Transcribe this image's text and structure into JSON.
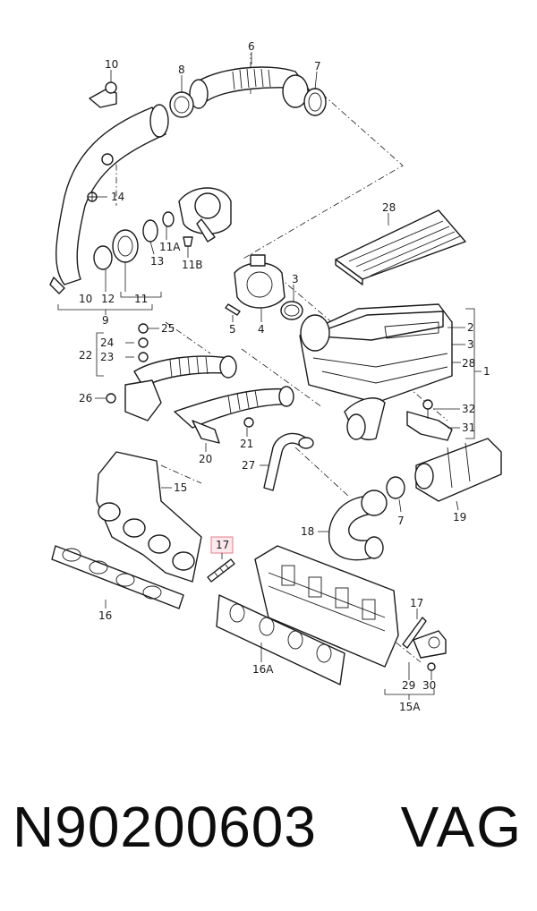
{
  "labels": {
    "p6": "6",
    "p10a": "10",
    "p8": "8",
    "p7a": "7",
    "p14": "14",
    "p11A": "11A",
    "p13": "13",
    "p11B": "11B",
    "p10b": "10",
    "p12": "12",
    "p11": "11",
    "p9": "9",
    "p28a": "28",
    "p3a": "3",
    "p5": "5",
    "p4": "4",
    "p2": "2",
    "p3b": "3",
    "p28b": "28",
    "p1": "1",
    "p25": "25",
    "p24": "24",
    "p23": "23",
    "p22": "22",
    "p26": "26",
    "p20": "20",
    "p21": "21",
    "p32": "32",
    "p31": "31",
    "p27": "27",
    "p15": "15",
    "p18": "18",
    "p7b": "7",
    "p19": "19",
    "p17a": "17",
    "p16": "16",
    "p16A": "16A",
    "p17b": "17",
    "p29": "29",
    "p30": "30",
    "p15A": "15A"
  },
  "caption": {
    "part_number": "N90200603",
    "brand": "VAG"
  },
  "colors": {
    "line": "#1a1a1a",
    "highlight_fill": "#fde9ec",
    "highlight_stroke": "#e77c8a"
  }
}
